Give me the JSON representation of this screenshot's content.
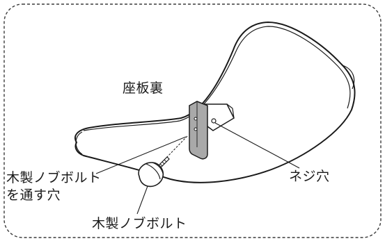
{
  "diagram": {
    "labels": {
      "seat_underside": "座板裏",
      "knob_bolt_hole_line1": "木製ノブボルト",
      "knob_bolt_hole_line2": "を通す穴",
      "screw_hole": "ネジ穴",
      "wooden_knob_bolt": "木製ノブボルト"
    },
    "colors": {
      "line": "#1a1a1a",
      "bracket_fill": "#a9a9a9",
      "background": "#ffffff"
    },
    "frame_style": "dashed-rounded"
  }
}
